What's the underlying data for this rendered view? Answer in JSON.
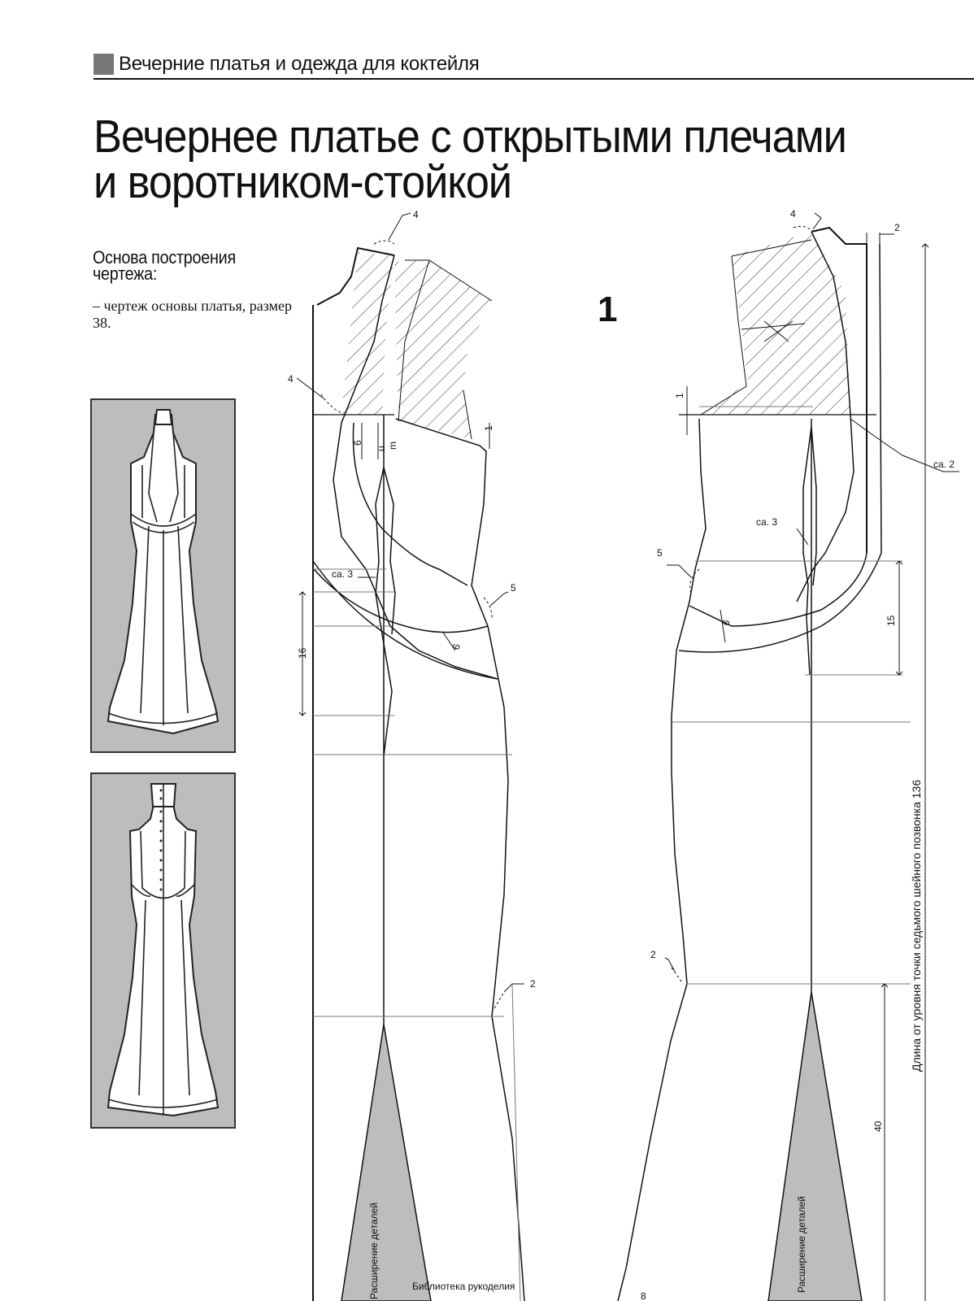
{
  "header": {
    "section": "Вечерние платья и одежда для коктейля"
  },
  "title": {
    "line1": "Вечернее платье с открытыми плечами",
    "line2": "и воротником-стойкой"
  },
  "basis": {
    "heading": "Основа построения чертежа:",
    "text": "– чертеж основы платья, размер 38."
  },
  "figure_number": "1",
  "labels": {
    "four": "4",
    "two": "2",
    "one": "1",
    "five": "5",
    "six": "6",
    "three": "3",
    "ca3": "ca. 3",
    "ca2": "ca. 2",
    "sixteen": "16",
    "fifteen": "15",
    "forty": "40",
    "eight": "8",
    "m": "m",
    "u": "u",
    "length_note": "Длина от уровня точки седьмого шейного позвонка 136",
    "expansion": "Расширение деталей"
  },
  "footer": "Библиотека рукоделия"
}
